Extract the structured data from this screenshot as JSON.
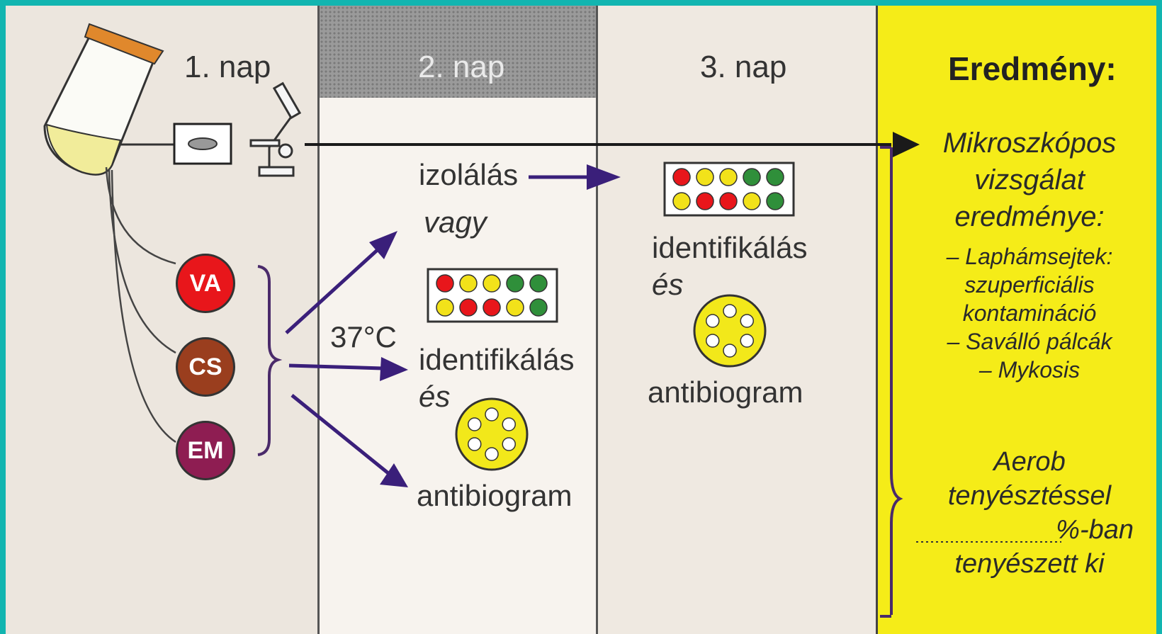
{
  "columns": {
    "day1": "1. nap",
    "day2": "2. nap",
    "day3": "3. nap",
    "result_title": "Eredmény:"
  },
  "media": [
    {
      "abbr": "VA",
      "color": "#e8161b"
    },
    {
      "abbr": "CS",
      "color": "#9a3e1e"
    },
    {
      "abbr": "EM",
      "color": "#8e1d52"
    }
  ],
  "day2": {
    "isolation": "izolálás",
    "or": "vagy",
    "temperature": "37°C",
    "identification": "identifikálás",
    "and": "és",
    "antibiogram": "antibiogram"
  },
  "day3": {
    "identification": "identifikálás",
    "and": "és",
    "antibiogram": "antibiogram"
  },
  "result": {
    "microscopy_lines": [
      "Mikroszkópos",
      "vizsgálat",
      "eredménye:"
    ],
    "findings": [
      "– Laphámsejtek:",
      "szuperficiális",
      "kontamináció",
      "– Saválló pálcák",
      "– Mykosis"
    ],
    "culture_lines": [
      "Aerob",
      "tenyésztéssel",
      "%-ban",
      "tenyészett ki"
    ]
  },
  "plate_colors": {
    "top": [
      "#e8161b",
      "#f2e21a",
      "#f2e21a",
      "#2f8f3a",
      "#2f8f3a"
    ],
    "bottom": [
      "#f2e21a",
      "#e8161b",
      "#e8161b",
      "#f2e21a",
      "#2f8f3a"
    ]
  }
}
